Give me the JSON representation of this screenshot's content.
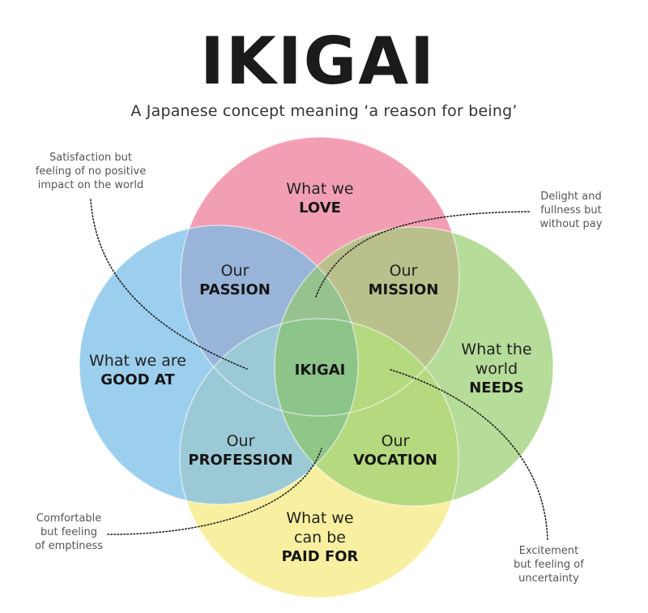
{
  "header": {
    "title": "IKIGAI",
    "subtitle": "A Japanese concept meaning ‘a reason for being’"
  },
  "colors": {
    "love": "#f29fb4",
    "good_at": "#9ccfee",
    "world_needs": "#b5dc98",
    "paid_for": "#f8f0a0",
    "passion": "#98b4d8",
    "mission": "#b9c08c",
    "profession": "#9cc9d6",
    "vocation": "#b5d97f",
    "ikigai": "#8cc48a",
    "text_dark": "#151515",
    "note_text": "#555555"
  },
  "circles": {
    "love": {
      "line1": "What we",
      "line2": "LOVE"
    },
    "good_at": {
      "line1": "What we are",
      "line2": "GOOD AT"
    },
    "world_needs": {
      "line1": "What the",
      "line1b": "world",
      "line2": "NEEDS"
    },
    "paid_for": {
      "line1": "What we",
      "line1b": "can be",
      "line2": "PAID FOR"
    }
  },
  "intersections": {
    "passion": {
      "line1": "Our",
      "line2": "PASSION"
    },
    "mission": {
      "line1": "Our",
      "line2": "MISSION"
    },
    "profession": {
      "line1": "Our",
      "line2": "PROFESSION"
    },
    "vocation": {
      "line1": "Our",
      "line2": "VOCATION"
    },
    "center": {
      "label": "IKIGAI"
    }
  },
  "annotations": {
    "passion_note": [
      "Satisfaction but",
      "feeling of no positive",
      "impact on the world"
    ],
    "mission_note": [
      "Delight and",
      "fullness but",
      "without pay"
    ],
    "profession_note": [
      "Comfortable",
      "but feeling",
      "of emptiness"
    ],
    "vocation_note": [
      "Excitement",
      "but feeling of",
      "uncertainty"
    ]
  }
}
